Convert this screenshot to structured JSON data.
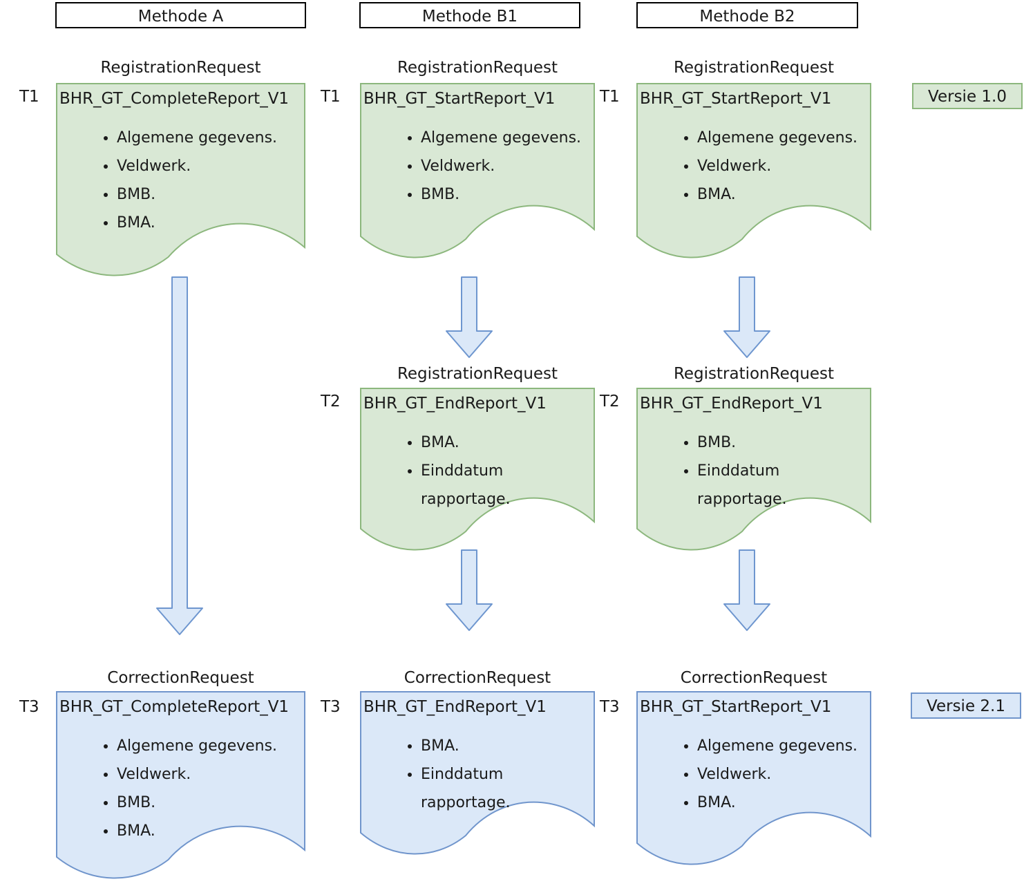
{
  "columns": [
    {
      "header": "Methode A"
    },
    {
      "header": "Methode B1"
    },
    {
      "header": "Methode B2"
    }
  ],
  "documents": [
    {
      "request": "RegistrationRequest",
      "time": "T1",
      "title": "BHR_GT_CompleteReport_V1",
      "bullets": [
        "Algemene gegevens.",
        "Veldwerk.",
        "BMB.",
        "BMA."
      ],
      "color": "green"
    },
    {
      "request": "RegistrationRequest",
      "time": "T1",
      "title": "BHR_GT_StartReport_V1",
      "bullets": [
        "Algemene gegevens.",
        "Veldwerk.",
        "BMB."
      ],
      "color": "green"
    },
    {
      "request": "RegistrationRequest",
      "time": "T1",
      "title": "BHR_GT_StartReport_V1",
      "bullets": [
        "Algemene gegevens.",
        "Veldwerk.",
        "BMA."
      ],
      "color": "green"
    },
    {
      "request": "RegistrationRequest",
      "time": "T2",
      "title": "BHR_GT_EndReport_V1",
      "bullets": [
        "BMA.",
        "Einddatum rapportage."
      ],
      "color": "green"
    },
    {
      "request": "RegistrationRequest",
      "time": "T2",
      "title": "BHR_GT_EndReport_V1",
      "bullets": [
        "BMB.",
        "Einddatum rapportage."
      ],
      "color": "green"
    },
    {
      "request": "CorrectionRequest",
      "time": "T3",
      "title": "BHR_GT_CompleteReport_V1",
      "bullets": [
        "Algemene gegevens.",
        "Veldwerk.",
        "BMB.",
        "BMA."
      ],
      "color": "blue"
    },
    {
      "request": "CorrectionRequest",
      "time": "T3",
      "title": "BHR_GT_EndReport_V1",
      "bullets": [
        "BMA.",
        "Einddatum rapportage."
      ],
      "color": "blue"
    },
    {
      "request": "CorrectionRequest",
      "time": "T3",
      "title": "BHR_GT_StartReport_V1",
      "bullets": [
        "Algemene gegevens.",
        "Veldwerk.",
        "BMA."
      ],
      "color": "blue"
    }
  ],
  "badges": [
    {
      "label": "Versie 1.0",
      "color": "green"
    },
    {
      "label": "Versie 2.1",
      "color": "blue"
    }
  ],
  "colors": {
    "green_fill": "#d9e8d5",
    "green_stroke": "#8cb77d",
    "blue_fill": "#dbe8f8",
    "blue_stroke": "#7095cc",
    "arrow_stroke": "#6e96cf",
    "header_border": "#000000",
    "text": "#1a1a1a"
  }
}
